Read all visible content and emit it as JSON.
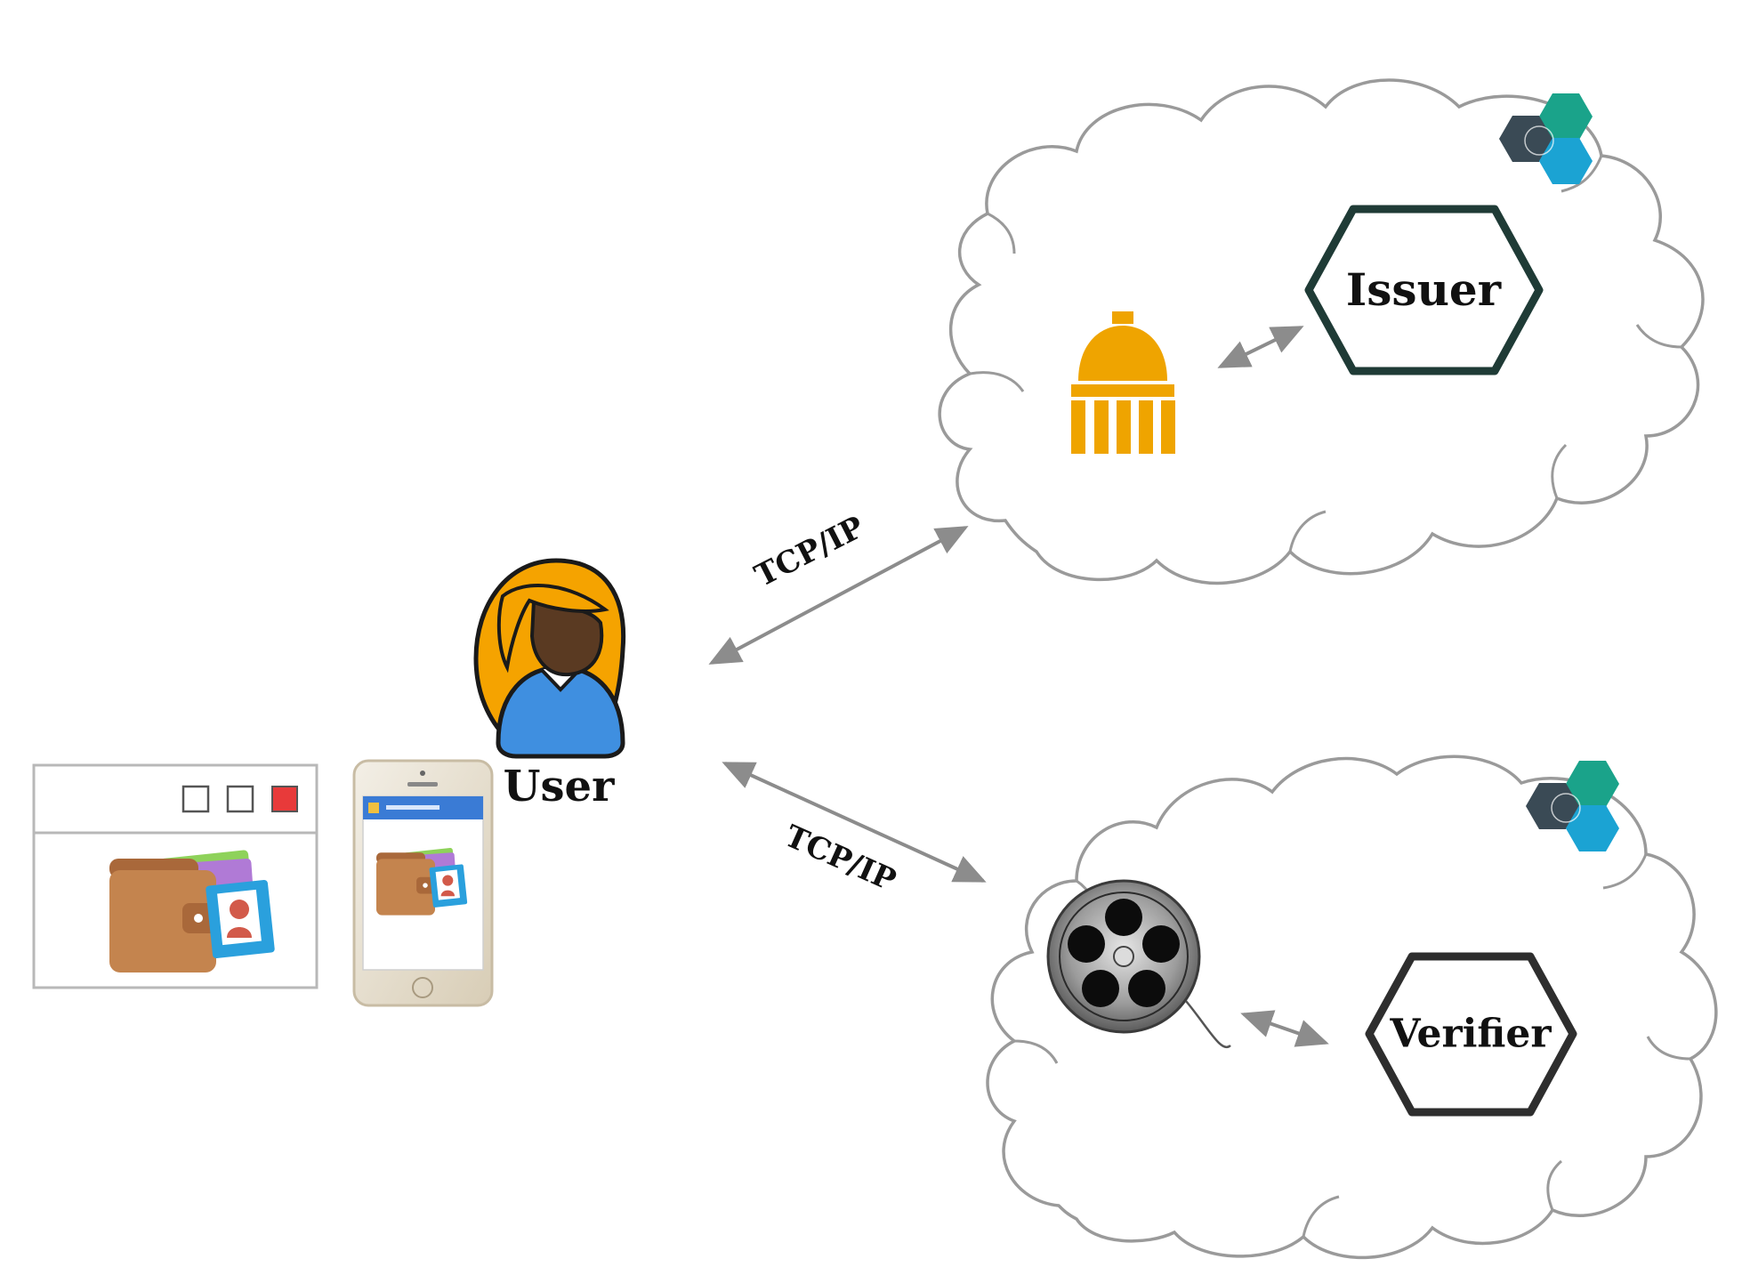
{
  "user": {
    "label": "User"
  },
  "issuer_cloud": {
    "node_label": "Issuer",
    "connection_label": "TCP/IP"
  },
  "verifier_cloud": {
    "node_label": "Verifier",
    "connection_label": "TCP/IP"
  },
  "icons": {
    "issuer_entity": "government-building-icon",
    "verifier_entity": "film-reel-icon",
    "ledger_logo": "hexagon-cluster-logo",
    "user": "woman-avatar-icon",
    "desktop_wallet": "desktop-window-wallet-icon",
    "mobile_wallet": "smartphone-wallet-icon"
  },
  "colors": {
    "cloud_stroke": "#9a9a9a",
    "hexagon_stroke": "#1f3b36",
    "verifier_hexagon_stroke": "#2e2e2e",
    "arrow": "#8c8c8c",
    "building": "#efa400",
    "hair": "#f5a300",
    "shirt": "#3f8fe0",
    "skin": "#5a3a22",
    "wallet": "#c4844e",
    "window_close": "#e83a3a",
    "logo_dark": "#3a4a55",
    "logo_teal": "#1aa38a",
    "logo_cyan": "#1ba3d3"
  }
}
